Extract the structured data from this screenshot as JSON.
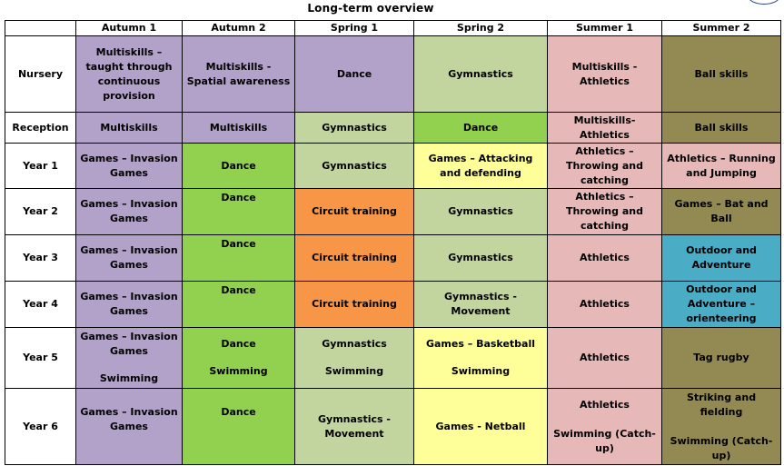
{
  "title": "Long-term overview",
  "header": {
    "corner": "",
    "terms": [
      "Autumn 1",
      "Autumn 2",
      "Spring 1",
      "Spring 2",
      "Summer 1",
      "Summer 2"
    ]
  },
  "rows": [
    {
      "label": "Nursery",
      "cells": [
        "Multiskills – taught through continuous provision",
        "Multiskills - Spatial awareness",
        "Dance",
        "Gymnastics",
        "Multiskills - Athletics",
        "Ball skills"
      ]
    },
    {
      "label": "Reception",
      "cells": [
        "Multiskills",
        "Multiskills",
        "Gymnastics",
        "Dance",
        "Multiskills- Athletics",
        "Ball skills"
      ]
    },
    {
      "label": "Year 1",
      "cells": [
        "Games – Invasion Games",
        "Dance",
        "Gymnastics",
        "Games – Attacking and defending",
        "Athletics – Throwing and catching",
        "Athletics – Running and Jumping"
      ]
    },
    {
      "label": "Year 2",
      "cells": [
        "Games – Invasion Games",
        "Dance",
        "Circuit training",
        "Gymnastics",
        "Athletics – Throwing and catching",
        "Games – Bat and Ball"
      ]
    },
    {
      "label": "Year 3",
      "cells": [
        "Games – Invasion Games",
        "Dance",
        "Circuit training",
        "Gymnastics",
        "Athletics",
        "Outdoor and Adventure"
      ]
    },
    {
      "label": "Year 4",
      "cells": [
        "Games – Invasion Games",
        "Dance",
        "Circuit training",
        "Gymnastics - Movement",
        "Athletics",
        "Outdoor and Adventure – orienteering"
      ]
    },
    {
      "label": "Year 5",
      "cells": [
        "Games – Invasion Games",
        "Dance",
        "Gymnastics",
        "Games – Basketball",
        "Athletics",
        "Tag rugby"
      ],
      "extra": [
        "Swimming",
        "Swimming",
        "Swimming",
        "Swimming",
        "",
        ""
      ]
    },
    {
      "label": "Year 6",
      "cells": [
        "Games – Invasion Games",
        "Dance",
        "Gymnastics - Movement",
        "Games - Netball",
        "Athletics",
        "Striking and fielding"
      ],
      "extra": [
        "",
        "",
        "",
        "",
        "Swimming (Catch-up)",
        "Swimming (Catch-up)"
      ]
    }
  ],
  "colors": {
    "purple": "#b2a1c8",
    "sage": "#c3d59f",
    "pink": "#e6b8b8",
    "olive": "#938a53",
    "green": "#92d050",
    "yellow": "#ffff99",
    "orange": "#f79646",
    "teal": "#4bacc6"
  }
}
